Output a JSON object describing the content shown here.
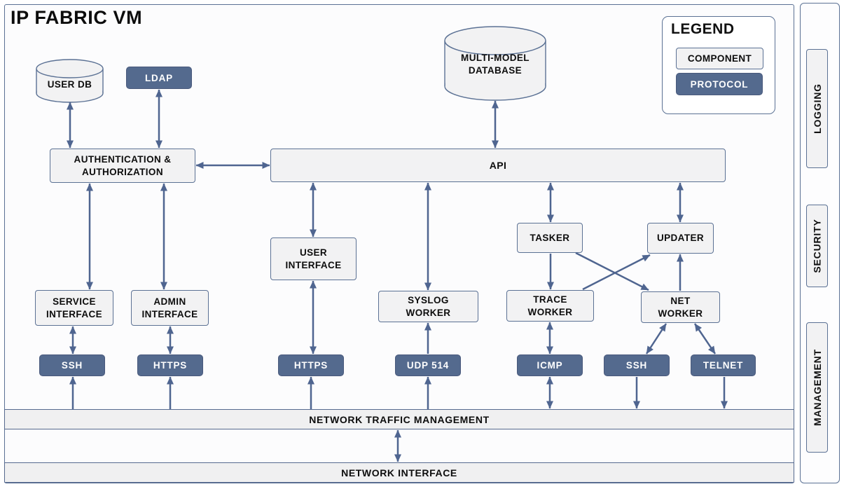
{
  "title": "IP FABRIC VM",
  "legend": {
    "title": "LEGEND",
    "component": "COMPONENT",
    "protocol": "PROTOCOL"
  },
  "sidebar": {
    "logging": "LOGGING",
    "security": "SECURITY",
    "management": "MANAGEMENT"
  },
  "nodes": {
    "user_db": "USER DB",
    "ldap": "LDAP",
    "multi_model_database": "MULTI-MODEL DATABASE",
    "authentication_authorization": "AUTHENTICATION & AUTHORIZATION",
    "api": "API",
    "user_interface": "USER INTERFACE",
    "service_interface": "SERVICE INTERFACE",
    "admin_interface": "ADMIN INTERFACE",
    "syslog_worker": "SYSLOG WORKER",
    "tasker": "TASKER",
    "updater": "UPDATER",
    "trace_worker": "TRACE WORKER",
    "net_worker": "NET WORKER",
    "ssh_service": "SSH",
    "https_admin": "HTTPS",
    "https_user": "HTTPS",
    "udp_514": "UDP 514",
    "icmp": "ICMP",
    "ssh_net": "SSH",
    "telnet": "TELNET",
    "network_traffic_management": "NETWORK TRAFFIC MANAGEMENT",
    "network_interface": "NETWORK INTERFACE"
  },
  "colors": {
    "protocol_fill": "#546a8e",
    "component_fill": "#f2f2f3",
    "border": "#5b7194",
    "arrow": "#4f6590",
    "background": "#fcfcfd"
  },
  "edges": [
    {
      "from": "user_db",
      "to": "authentication_authorization",
      "direction": "bidirectional"
    },
    {
      "from": "ldap",
      "to": "authentication_authorization",
      "direction": "bidirectional"
    },
    {
      "from": "authentication_authorization",
      "to": "api",
      "direction": "bidirectional"
    },
    {
      "from": "authentication_authorization",
      "to": "service_interface",
      "direction": "bidirectional"
    },
    {
      "from": "authentication_authorization",
      "to": "admin_interface",
      "direction": "bidirectional"
    },
    {
      "from": "service_interface",
      "to": "ssh_service",
      "direction": "bidirectional"
    },
    {
      "from": "admin_interface",
      "to": "https_admin",
      "direction": "bidirectional"
    },
    {
      "from": "network_traffic_management",
      "to": "ssh_service",
      "direction": "directed"
    },
    {
      "from": "network_traffic_management",
      "to": "https_admin",
      "direction": "directed"
    },
    {
      "from": "multi_model_database",
      "to": "api",
      "direction": "bidirectional"
    },
    {
      "from": "api",
      "to": "user_interface",
      "direction": "bidirectional"
    },
    {
      "from": "user_interface",
      "to": "https_user",
      "direction": "bidirectional"
    },
    {
      "from": "network_traffic_management",
      "to": "https_user",
      "direction": "directed"
    },
    {
      "from": "api",
      "to": "syslog_worker",
      "direction": "bidirectional"
    },
    {
      "from": "udp_514",
      "to": "syslog_worker",
      "direction": "directed"
    },
    {
      "from": "network_traffic_management",
      "to": "udp_514",
      "direction": "directed"
    },
    {
      "from": "api",
      "to": "tasker",
      "direction": "bidirectional"
    },
    {
      "from": "api",
      "to": "updater",
      "direction": "bidirectional"
    },
    {
      "from": "tasker",
      "to": "trace_worker",
      "direction": "directed"
    },
    {
      "from": "tasker",
      "to": "net_worker",
      "direction": "directed"
    },
    {
      "from": "trace_worker",
      "to": "updater",
      "direction": "directed"
    },
    {
      "from": "net_worker",
      "to": "updater",
      "direction": "directed"
    },
    {
      "from": "trace_worker",
      "to": "icmp",
      "direction": "bidirectional"
    },
    {
      "from": "icmp",
      "to": "network_traffic_management",
      "direction": "bidirectional"
    },
    {
      "from": "ssh_net",
      "to": "net_worker",
      "direction": "bidirectional"
    },
    {
      "from": "telnet",
      "to": "net_worker",
      "direction": "bidirectional"
    },
    {
      "from": "ssh_net",
      "to": "network_traffic_management",
      "direction": "directed"
    },
    {
      "from": "telnet",
      "to": "network_traffic_management",
      "direction": "directed"
    },
    {
      "from": "network_traffic_management",
      "to": "network_interface",
      "direction": "bidirectional"
    }
  ]
}
